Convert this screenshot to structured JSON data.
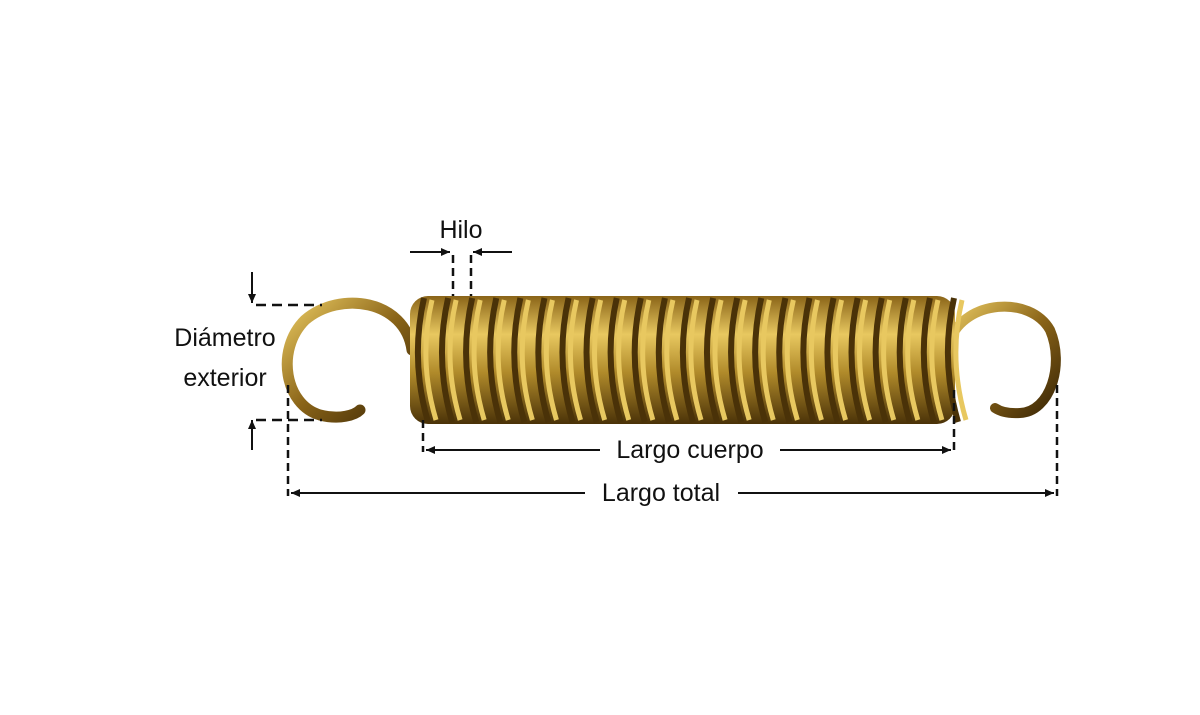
{
  "diagram": {
    "labels": {
      "wire": "Hilo",
      "outer_diameter_line1": "Diámetro",
      "outer_diameter_line2": "exterior",
      "body_length": "Largo cuerpo",
      "total_length": "Largo total"
    },
    "colors": {
      "spring_light": "#e8c860",
      "spring_mid": "#b08a2a",
      "spring_dark": "#4a3208",
      "line": "#111111"
    }
  }
}
